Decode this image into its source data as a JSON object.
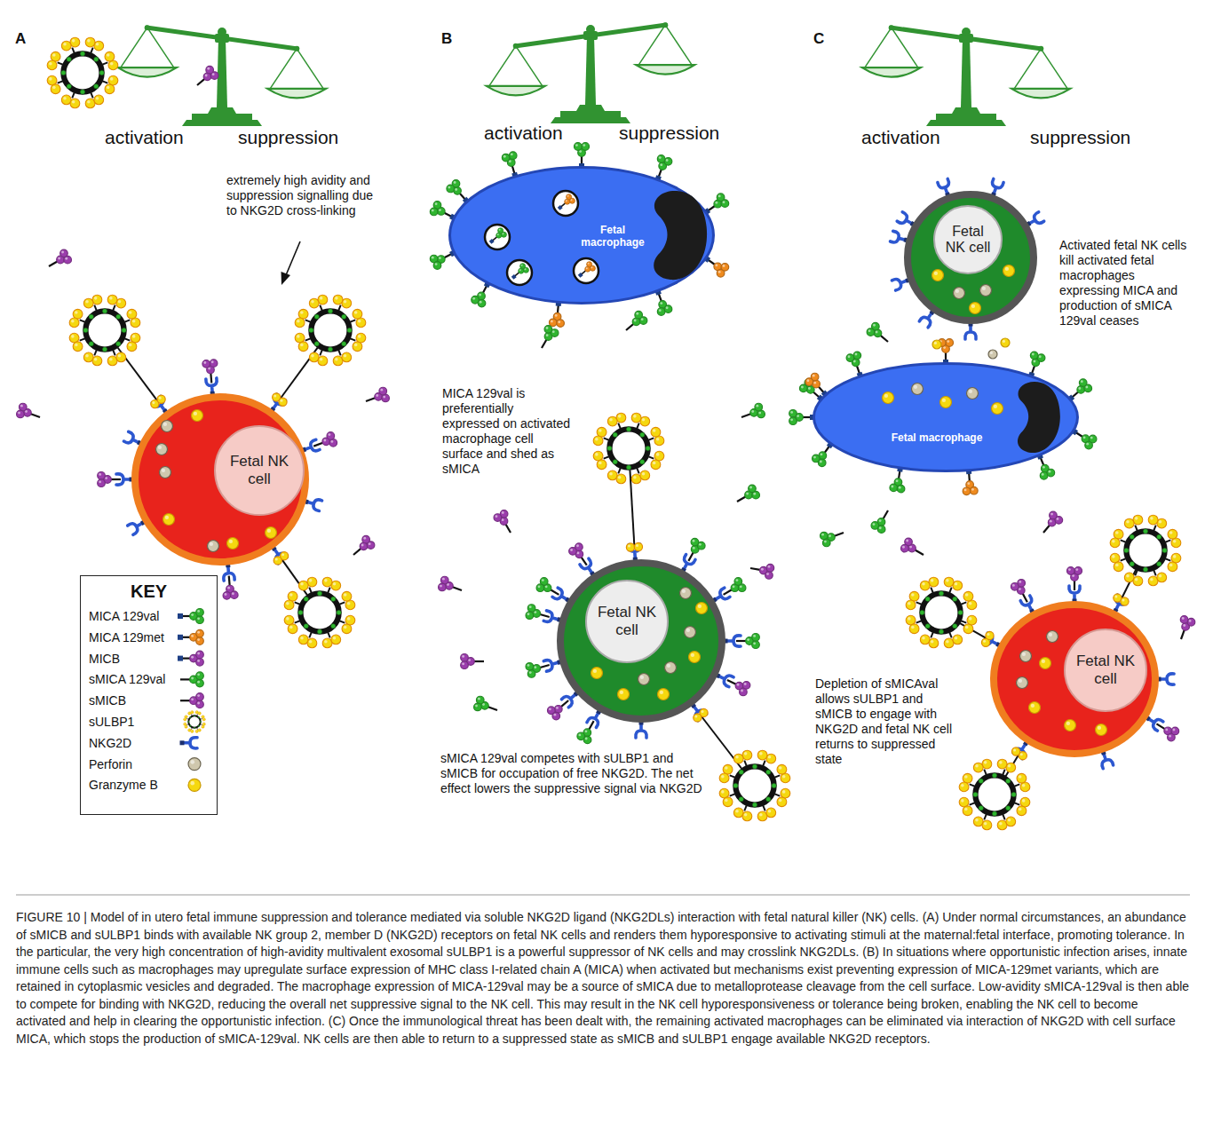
{
  "diagram": {
    "caption": "FIGURE 10 | Model of in utero fetal immune suppression and tolerance mediated via soluble NKG2D ligand (NKG2DLs) interaction with fetal natural killer (NK) cells. (A) Under normal circumstances, an abundance of sMICB and sULBP1 binds with available NK group 2, member D (NKG2D) receptors on fetal NK cells and renders them hyporesponsive to activating stimuli at the maternal:fetal interface, promoting tolerance. In the particular, the very high concentration of high-avidity multivalent exosomal sULBP1 is a powerful suppressor of NK cells and may crosslink NKG2DLs. (B) In situations where opportunistic infection arises, innate immune cells such as macrophages may upregulate surface expression of MHC class I-related chain A (MICA) when activated but mechanisms exist preventing expression of MICA-129met variants, which are retained in cytoplasmic vesicles and degraded. The macrophage expression of MICA-129val may be a source of sMICA due to metalloprotease cleavage from the cell surface. Low-avidity sMICA-129val is then able to compete for binding with NKG2D, reducing the overall net suppressive signal to the NK cell. This may result in the NK cell hyporesponsiveness or tolerance being broken, enabling the NK cell to become activated and help in clearing the opportunistic infection. (C) Once the immunological threat has been dealt with, the remaining activated macrophages can be eliminated via interaction of NKG2D with cell surface MICA, which stops the production of sMICA-129val. NK cells are then able to return to a suppressed state as sMICB and sULBP1 engage available NKG2D receptors.",
    "nodes": [
      {
        "text": [
          "Fetal NK cell"
        ]
      },
      {
        "text": [
          "Fetal macrophage"
        ]
      },
      {
        "text": [
          "Fetal NK cell"
        ]
      },
      {
        "text": [
          "Fetal NK cell"
        ]
      },
      {
        "text": [
          "Fetal macrophage"
        ]
      },
      {
        "text": [
          "Fetal NK cell"
        ]
      },
      {
        "text": [
          "KEY"
        ]
      }
    ],
    "labels": [
      "A",
      "activation",
      "suppression",
      "extremely high avidity and suppression signalling due to NKG2D cross-linking",
      "B",
      "activation",
      "suppression",
      "MICA 129val is preferentially expressed on activated macrophage cell surface and shed as sMICA",
      "sMICA 129val competes with sULBP1 and sMICB for occupation of free NKG2D. The net effect lowers the suppressive signal via NKG2D",
      "C",
      "activation",
      "suppression",
      "Activated fetal NK cells kill activated fetal macrophages expressing MICA and production of sMICA 129val ceases",
      "Depletion of sMICAval allows sULBP1 and sMICB to engage with NKG2D and fetal NK cell returns to suppressed state"
    ],
    "legend": [
      {
        "text": "MICA 129val"
      },
      {
        "text": "MICA 129met"
      },
      {
        "text": "MICB"
      },
      {
        "text": "sMICA 129val"
      },
      {
        "text": "sMICB"
      },
      {
        "text": "sULBP1"
      },
      {
        "text": "NKG2D"
      },
      {
        "text": "Perforin"
      },
      {
        "text": "Granzyme B"
      }
    ]
  }
}
